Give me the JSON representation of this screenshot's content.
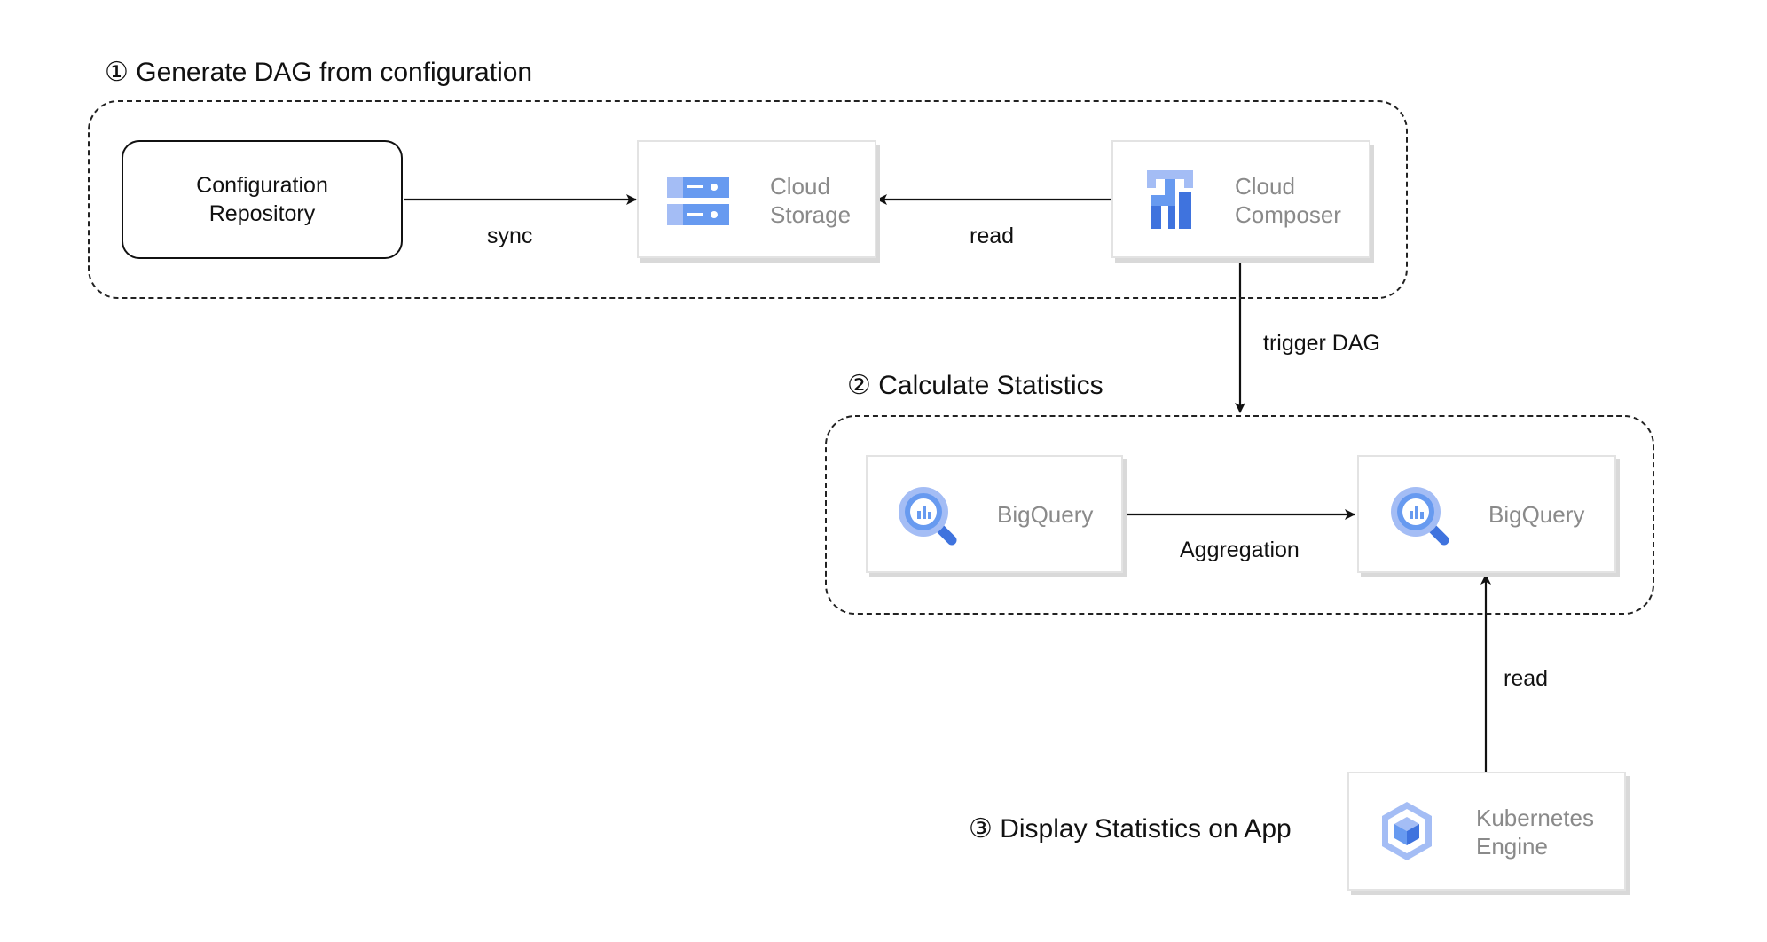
{
  "sections": {
    "generate": "① Generate DAG from configuration",
    "calculate": "② Calculate Statistics",
    "display": "③ Display Statistics on App"
  },
  "nodes": {
    "config_repo": "Configuration\nRepository",
    "cloud_storage": "Cloud\nStorage",
    "cloud_composer": "Cloud\nComposer",
    "bigquery_source": "BigQuery",
    "bigquery_target": "BigQuery",
    "kubernetes_engine": "Kubernetes\nEngine"
  },
  "edges": {
    "sync": "sync",
    "read_storage": "read",
    "trigger_dag": "trigger DAG",
    "aggregation": "Aggregation",
    "read_bigquery": "read"
  },
  "colors": {
    "icon_blue_light": "#a4bdf5",
    "icon_blue": "#679af0",
    "icon_blue_dark": "#3f73de",
    "service_text": "#8a8a8a",
    "line": "#111111"
  },
  "icons": {
    "cloud_storage": "cloud-storage-icon",
    "cloud_composer": "cloud-composer-icon",
    "bigquery": "bigquery-icon",
    "kubernetes_engine": "kubernetes-engine-icon"
  }
}
